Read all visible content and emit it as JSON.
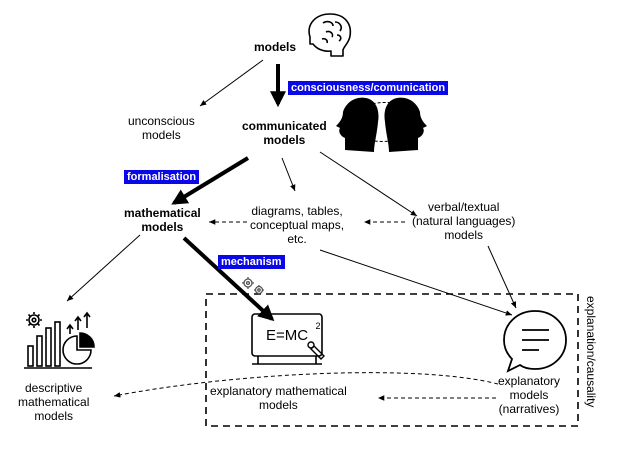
{
  "nodes": {
    "models": "models",
    "unconscious": [
      "unconscious",
      "models"
    ],
    "communicated": [
      "communicated",
      "models"
    ],
    "mathematical": [
      "mathematical",
      "models"
    ],
    "diagrams": [
      "diagrams, tables,",
      "conceptual maps,",
      "etc."
    ],
    "verbal": [
      "verbal/textual",
      "(natural languages)",
      "models"
    ],
    "descriptive": [
      "descriptive",
      "mathematical",
      "models"
    ],
    "explanatory_math": [
      "explanatory mathematical",
      "models"
    ],
    "explanatory_narr": [
      "explanatory",
      "models",
      "(narratives)"
    ]
  },
  "tags": {
    "consciousness": "consciousness/comunication",
    "formalisation": "formalisation",
    "mechanism": "mechanism"
  },
  "region_label": "explanation/causality",
  "formula_icon": {
    "text": "E=MC",
    "sup": "2"
  },
  "colors": {
    "tag_bg": "#0a08e6",
    "tag_fg": "#ffffff",
    "ink": "#000000"
  }
}
